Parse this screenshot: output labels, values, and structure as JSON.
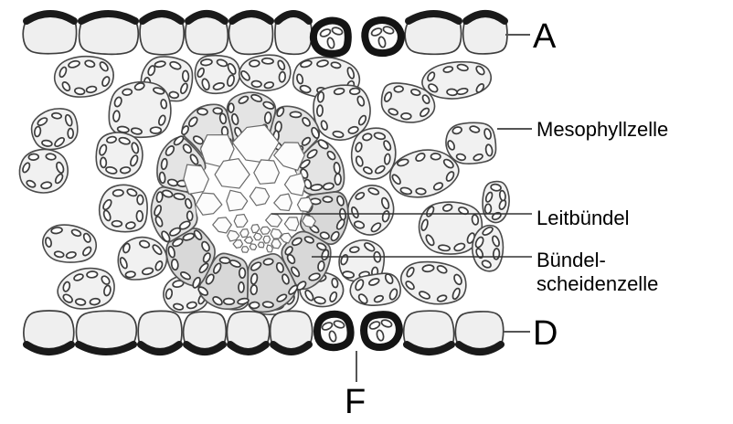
{
  "diagram": {
    "labels": {
      "a": "A",
      "d": "D",
      "f": "F",
      "mesophyll_cell": "Mesophyllzelle",
      "vascular_bundle": "Leitbündel",
      "bundle_sheath_line1": "Bündel-",
      "bundle_sheath_line2": "scheidenzelle"
    },
    "colors": {
      "background": "#ffffff",
      "cuticle_black": "#1a1a1a",
      "cell_outline": "#4a4a4a",
      "leader_line": "#555555",
      "label_text": "#000000",
      "mesophyll_fill": "#f1f1f1",
      "bundle_sheath_fill": "#e4e4e4",
      "bundle_sheath_fill_dark": "#d8d8d8",
      "vascular_fill": "#fcfcfc",
      "epidermis_fill": "#efefef"
    }
  }
}
